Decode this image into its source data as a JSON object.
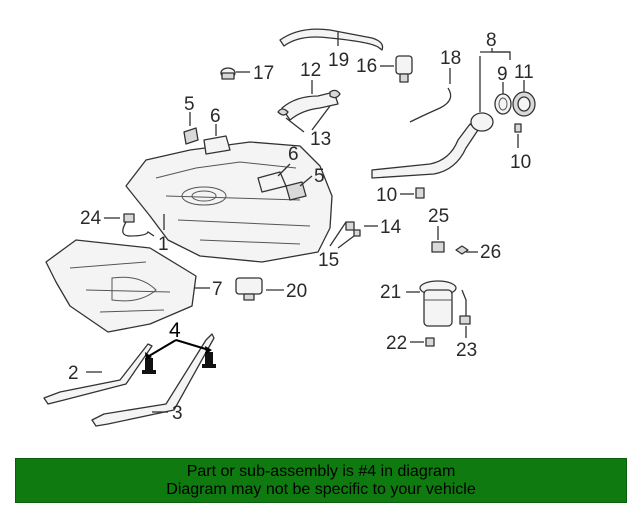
{
  "labels": {
    "l1": "1",
    "l2": "2",
    "l3": "3",
    "l4": "4",
    "l5a": "5",
    "l5b": "5",
    "l6a": "6",
    "l6b": "6",
    "l7": "7",
    "l8": "8",
    "l9": "9",
    "l10a": "10",
    "l10b": "10",
    "l11": "11",
    "l12": "12",
    "l13": "13",
    "l14": "14",
    "l15": "15",
    "l16": "16",
    "l17": "17",
    "l18": "18",
    "l19": "19",
    "l20": "20",
    "l21": "21",
    "l22": "22",
    "l23": "23",
    "l24": "24",
    "l25": "25",
    "l26": "26"
  },
  "banner": {
    "line1": "Part or sub-assembly is #4 in diagram",
    "line2": "Diagram may not be specific to your vehicle"
  },
  "colors": {
    "banner_bg": "#0f7a0f",
    "highlight": "#000000",
    "line_art": "#333333"
  },
  "highlighted_part": "4"
}
